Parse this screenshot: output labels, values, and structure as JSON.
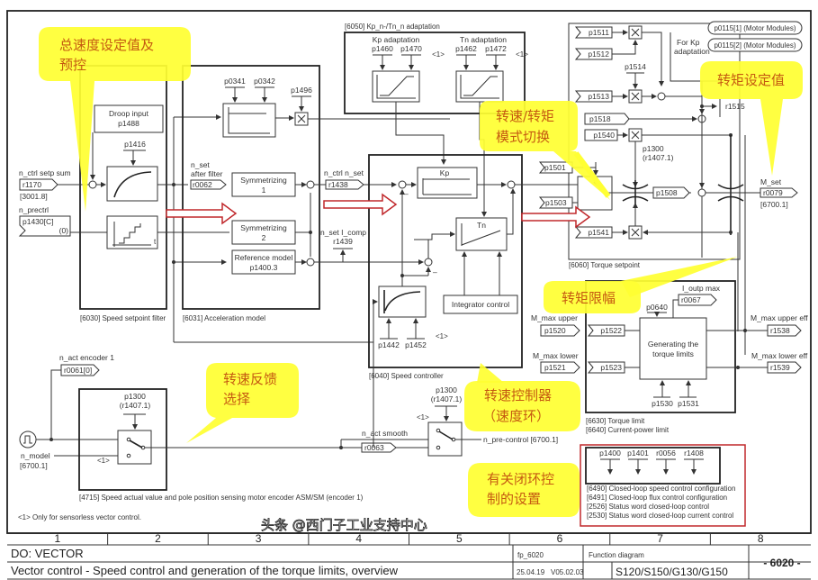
{
  "frame": {
    "columns": [
      "1",
      "2",
      "3",
      "4",
      "5",
      "6",
      "7",
      "8"
    ],
    "do_label": "DO: VECTOR",
    "title": "Vector control - Speed control and generation of the torque limits, overview",
    "fp_label": "fp_6020",
    "date": "25.04.19",
    "version": "V05.02.03",
    "function_diagram": "Function diagram",
    "devices": "S120/S150/G130/G150",
    "page_number": "- 6020 -",
    "watermark": "头条 @西门子工业支持中心",
    "footnote": "<1> Only for sensorless vector control."
  },
  "annotations": {
    "setpoint": "总速度设定值及预控",
    "setpoint_l1": "总速度设定值及",
    "setpoint_l2": "预控",
    "mode_switch_l1": "转速/转矩",
    "mode_switch_l2": "模式切换",
    "torque_setpoint": "转矩设定值",
    "torque_limit": "转矩限幅",
    "speed_feedback_l1": "转速反馈",
    "speed_feedback_l2": "选择",
    "speed_controller_l1": "转速控制器",
    "speed_controller_l2": "（速度环）",
    "closed_loop_l1": "有关闭环控",
    "closed_loop_l2": "制的设置"
  },
  "setpoint_filter": {
    "caption": "[6030] Speed setpoint filter",
    "input_label": "n_ctrl setp sum",
    "input_param": "r1170",
    "input_ref": "[3001.8]",
    "prectrl_label": "n_prectrl",
    "prectrl_param": "p1430[C]",
    "prectrl_value": "(0)",
    "droop_l1": "Droop input",
    "droop_l2": "p1488",
    "filter_param": "p1416",
    "step_axis": "t"
  },
  "acceleration_model": {
    "caption": "[6031] Acceleration model",
    "p1": "p0341",
    "p2": "p0342",
    "mult_param": "p1496",
    "nset_l1": "n_set",
    "nset_l2": "after filter",
    "nset_param": "r0062",
    "sym1_l1": "Symmetrizing",
    "sym1_l2": "1",
    "sym2_l1": "Symmetrizing",
    "sym2_l2": "2",
    "ref_l1": "Reference model",
    "ref_l2": "p1400.3",
    "nctrl_label": "n_ctrl n_set",
    "nctrl_param": "r1438",
    "icomp_label": "n_set I_comp",
    "icomp_param": "r1439"
  },
  "adaptation": {
    "caption": "[6050] Kp_n-/Tn_n adaptation",
    "kp_title": "Kp adaptation",
    "kp_p1": "p1460",
    "kp_p2": "p1470",
    "tn_title": "Tn adaptation",
    "tn_p1": "p1462",
    "tn_p2": "p1472",
    "note": "<1>"
  },
  "speed_controller": {
    "caption": "[6040] Speed controller",
    "kp": "Kp",
    "tn": "Tn",
    "integrator": "Integrator control",
    "p1": "p1442",
    "p2": "p1452",
    "note": "<1>",
    "minus": "–"
  },
  "torque_setpoint": {
    "caption": "[6060] Torque setpoint",
    "motor_modules_1": "p0115[1] (Motor Modules)",
    "motor_modules_2": "p0115[2] (Motor Modules)",
    "kp_adapt_l1": "For Kp",
    "kp_adapt_l2": "adaptation",
    "p1511": "p1511",
    "p1512": "p1512",
    "p1513": "p1513",
    "p1514": "p1514",
    "p1518": "p1518",
    "p1540": "p1540",
    "switch_p": "p1300",
    "switch_r": "(r1407.1)",
    "p1501": "p1501",
    "p1503": "p1503",
    "p1508": "p1508",
    "p1541": "p1541",
    "r1515": "r1515",
    "mset_label": "M_set",
    "mset_param": "r0079",
    "mset_ref": "[6700.1]"
  },
  "torque_limit": {
    "caption1": "[6630] Torque limit",
    "caption2": "[6640] Current-power limit",
    "block_l1": "Generating the",
    "block_l2": "torque limits",
    "p0640": "p0640",
    "ioutp_label": "I_outp max",
    "ioutp_param": "r0067",
    "upper_label": "M_max upper",
    "upper_param": "p1520",
    "lower_label": "M_max lower",
    "lower_param": "p1521",
    "p1522": "p1522",
    "p1523": "p1523",
    "p1530": "p1530",
    "p1531": "p1531",
    "upper_eff_label": "M_max upper eff",
    "upper_eff_param": "r1538",
    "lower_eff_label": "M_max lower eff",
    "lower_eff_param": "r1539"
  },
  "encoder": {
    "caption": "[4715] Speed actual value and pole position sensing motor encoder ASM/SM (encoder 1)",
    "enc_label": "n_act encoder 1",
    "enc_param": "r0061[0]",
    "switch_p": "p1300",
    "switch_r": "(r1407.1)",
    "model_label": "n_model",
    "model_ref": "[6700.1]",
    "note": "<1>",
    "smooth_label": "n_act smooth",
    "smooth_param": "r0063",
    "sw2_p": "p1300",
    "sw2_r": "(r1407.1)",
    "sw2_note": "<1>",
    "precontrol": "n_pre-control [6700.1]"
  },
  "settings": {
    "params": [
      "p1400",
      "p1401",
      "r0056",
      "r1408"
    ],
    "refs": [
      "[6490] Closed-loop speed control configuration",
      "[6491] Closed-loop flux control configuration",
      "[2526] Status word closed-loop control",
      "[2530] Status word closed-loop current control"
    ]
  },
  "colors": {
    "bubble": "#ffff33",
    "annotation_text": "#c55a11",
    "highlight": "#c0282c",
    "line": "#333333"
  }
}
